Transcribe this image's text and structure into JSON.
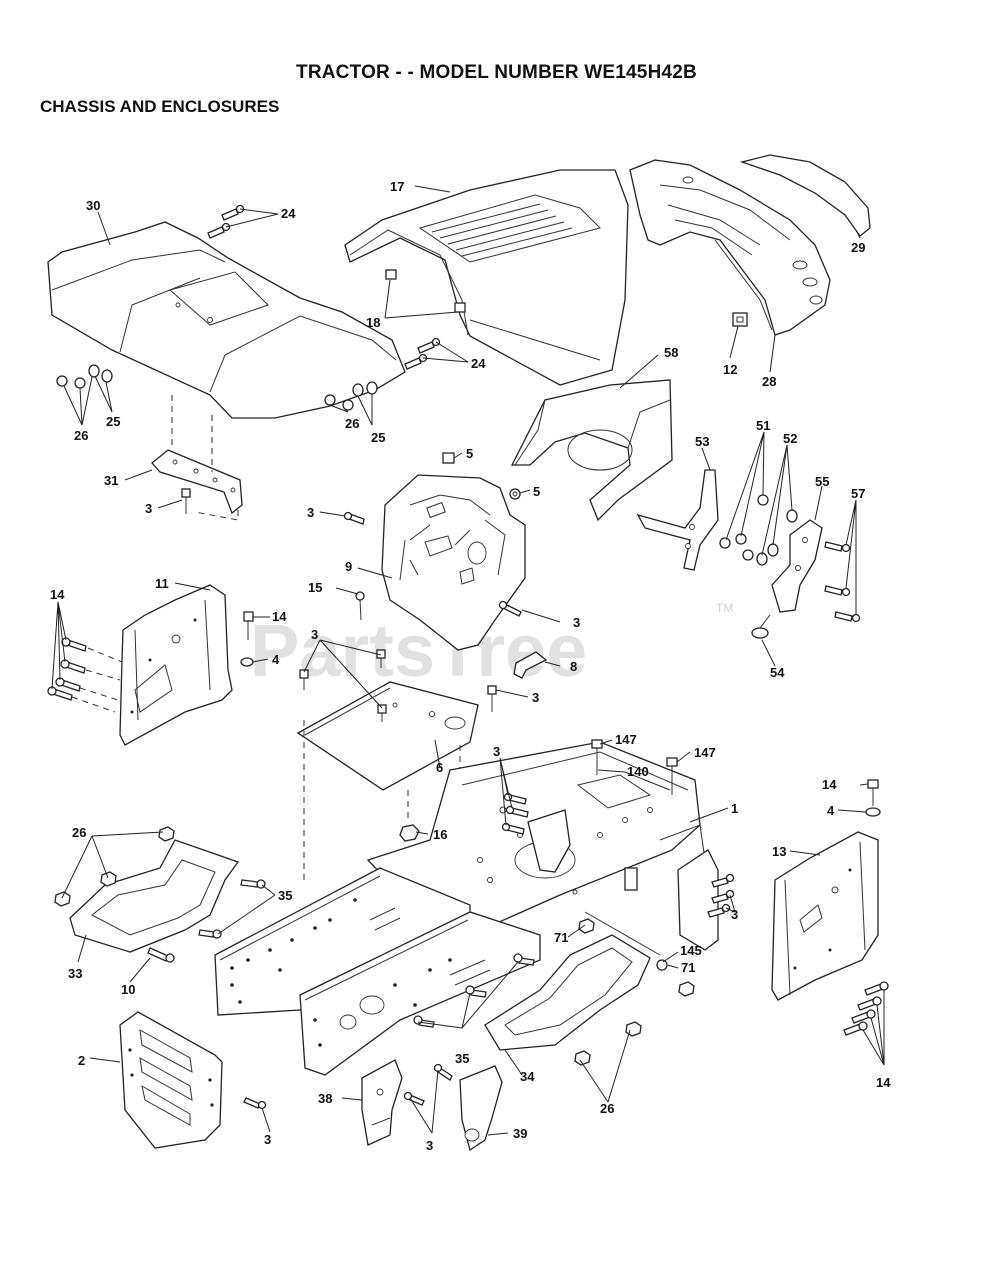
{
  "title": "TRACTOR - - MODEL NUMBER WE145H42B",
  "section": "CHASSIS AND ENCLOSURES",
  "watermark": {
    "text": "PartsTree",
    "tm": "TM"
  },
  "callouts": {
    "c30": "30",
    "c24a": "24",
    "c17": "17",
    "c18": "18",
    "c24b": "24",
    "c29": "29",
    "c12": "12",
    "c28": "28",
    "c58": "58",
    "c26a": "26",
    "c25a": "25",
    "c26b": "26",
    "c25b": "25",
    "c31": "31",
    "c3a": "3",
    "c5a": "5",
    "c5b": "5",
    "c3b": "3",
    "c53": "53",
    "c51": "51",
    "c52": "52",
    "c55": "55",
    "c57": "57",
    "c9": "9",
    "c11": "11",
    "c14a": "14",
    "c14b": "14",
    "c15": "15",
    "c3c": "3",
    "c4a": "4",
    "c8": "8",
    "c3d": "3",
    "c54": "54",
    "c3e": "3",
    "c6": "6",
    "c147a": "147",
    "c3f": "3",
    "c140": "140",
    "c147b": "147",
    "c1": "1",
    "c14c": "14",
    "c4b": "4",
    "c16": "16",
    "c26c": "26",
    "c13": "13",
    "c35a": "35",
    "c3g": "3",
    "c71a": "71",
    "c145": "145",
    "c71b": "71",
    "c33": "33",
    "c10": "10",
    "c2": "2",
    "c35b": "35",
    "c34": "34",
    "c14d": "14",
    "c38": "38",
    "c3h": "3",
    "c39": "39",
    "c26d": "26",
    "c3i": "3"
  }
}
